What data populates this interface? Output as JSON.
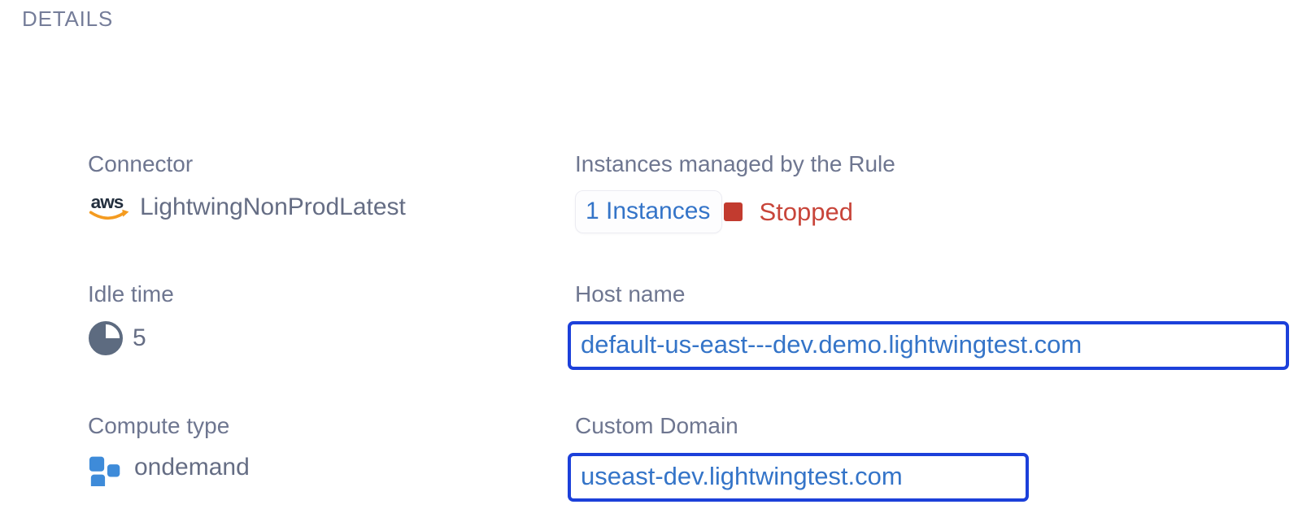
{
  "page": {
    "title": "DETAILS"
  },
  "fields": {
    "connector": {
      "label": "Connector",
      "value": "LightwingNonProdLatest",
      "icon": "aws-icon"
    },
    "instances": {
      "label": "Instances managed by the Rule",
      "count_label": "1 Instances",
      "status": "Stopped",
      "status_icon": "stopped-status-square-icon"
    },
    "idle_time": {
      "label": "Idle time",
      "value": "5",
      "icon": "pie-chart-icon"
    },
    "host_name": {
      "label": "Host name",
      "value": "default-us-east---dev.demo.lightwingtest.com"
    },
    "compute_type": {
      "label": "Compute type",
      "value": "ondemand",
      "icon": "compute-squares-icon"
    },
    "custom_domain": {
      "label": "Custom Domain",
      "value": "useast-dev.lightwingtest.com"
    }
  },
  "colors": {
    "label_gray": "#6e7690",
    "value_gray": "#656d84",
    "title_gray": "#757d99",
    "link_blue": "#3474c8",
    "box_border_blue": "#1c40da",
    "status_red_text": "#c8453a",
    "status_red_square": "#c23b2f",
    "aws_navy": "#232f3e",
    "aws_orange": "#f49b20",
    "compute_blue": "#3e8bd9",
    "pie_slate": "#5d6b80"
  }
}
